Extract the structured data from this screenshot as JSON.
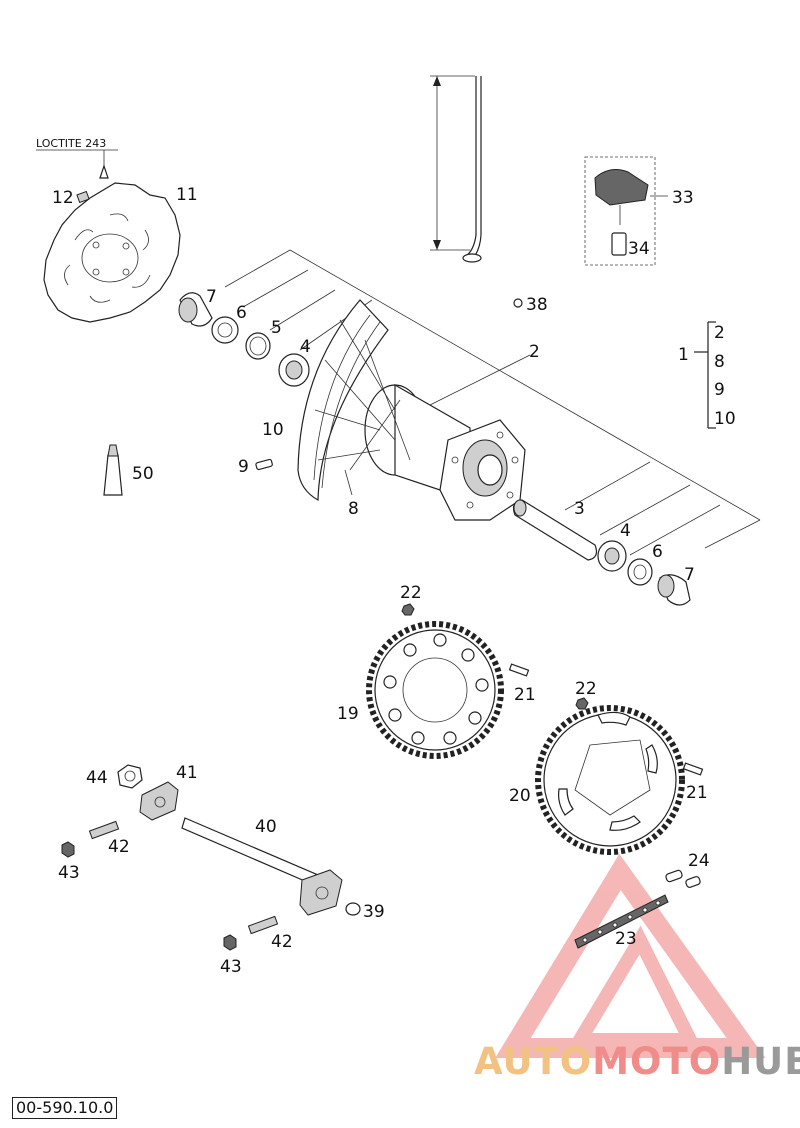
{
  "diagram": {
    "document_code": "00-590.10.0",
    "note_label": "LOCTITE 243",
    "part_labels": {
      "p12": "12",
      "p11": "11",
      "p7a": "7",
      "p6a": "6",
      "p5": "5",
      "p4a": "4",
      "p2a": "2",
      "p10": "10",
      "p9a": "9",
      "p8a": "8",
      "p50": "50",
      "p3": "3",
      "p4b": "4",
      "p6b": "6",
      "p7b": "7",
      "p38": "38",
      "p33": "33",
      "p34": "34",
      "group_main": "1",
      "g2": "2",
      "g8": "8",
      "g9": "9",
      "g10": "10",
      "p22a": "22",
      "p21a": "21",
      "p19": "19",
      "p22b": "22",
      "p21b": "21",
      "p20": "20",
      "p24": "24",
      "p23": "23",
      "p44": "44",
      "p41": "41",
      "p40": "40",
      "p42a": "42",
      "p43a": "43",
      "p39": "39",
      "p42b": "42",
      "p43b": "43"
    }
  },
  "watermark": {
    "brand_part1": "AUTO",
    "brand_part2": "MOTO",
    "brand_part3": "HUB",
    "colors": {
      "auto": "#f2c283",
      "moto": "#f08c8a",
      "hub": "#9a9a9a",
      "logo": "#f2a09e"
    }
  }
}
